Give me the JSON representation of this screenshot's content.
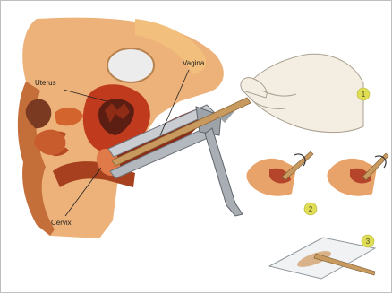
{
  "labels": {
    "uterus": "Uterus",
    "vagina": "Vagina",
    "cervix": "Cervix"
  },
  "steps": [
    "1",
    "2",
    "3"
  ],
  "colors": {
    "tissue": "#e7a15a",
    "tissue_dark": "#b35a2a",
    "muscle": "#c03a1e",
    "cavity": "#5c1d12",
    "bladder": "#ececec",
    "speculum": "#a9aeb4",
    "glove": "#f4eee2",
    "spatula": "#c89a5f",
    "step_badge": "#dedd55",
    "slide": "#f0f2f3"
  }
}
